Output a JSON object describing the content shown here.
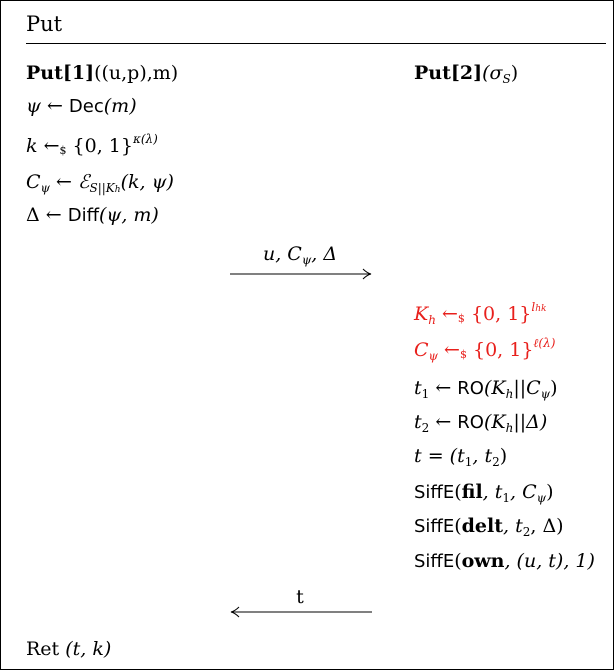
{
  "protocol": {
    "title": "Put",
    "party1_label": "Put[1]",
    "party1_args": "((u,p),m)",
    "party2_label": "Put[2]",
    "party2_args": "(σ",
    "party2_sub": "S",
    "party2_close": ")"
  },
  "party1_steps": [
    {
      "lhs": "ψ",
      "op": "←",
      "fn": "Dec",
      "args": "(m)"
    },
    {
      "lhs": "k",
      "op": "←",
      "rand": "$",
      "set": "{0, 1}",
      "exp": "κ(λ)"
    },
    {
      "lhs": "C",
      "lhs_sub": "ψ",
      "op": "←",
      "fn": "ℰ",
      "fn_sub": "S||K",
      "fn_subsub": "h",
      "args": "(k, ψ)"
    },
    {
      "lhs": "Δ",
      "op": "←",
      "fn": "Diff",
      "args": "(ψ, m)"
    }
  ],
  "message1": {
    "text_a": "u, C",
    "text_sub": "ψ",
    "text_b": ", Δ",
    "direction": "right"
  },
  "party2_steps": [
    {
      "lhs": "K",
      "lhs_sub": "h",
      "op": "←",
      "rand": "$",
      "set": "{0, 1}",
      "exp": "l",
      "exp_sub": "hk",
      "color": "#e8201c"
    },
    {
      "lhs": "C",
      "lhs_sub": "ψ",
      "op": "←",
      "rand": "$",
      "set": "{0, 1}",
      "exp": "ℓ(λ)",
      "color": "#e8201c"
    },
    {
      "lhs": "t",
      "lhs_sub": "1",
      "op": "←",
      "fn": "RO",
      "args_a": "(K",
      "args_sub": "h",
      "args_b": "||C",
      "args_sub2": "ψ",
      "args_c": ")"
    },
    {
      "lhs": "t",
      "lhs_sub": "2",
      "op": "←",
      "fn": "RO",
      "args_a": "(K",
      "args_sub": "h",
      "args_b": "||Δ)"
    },
    {
      "lhs": "t",
      "op": "=",
      "args_a": "(t",
      "args_sub": "1",
      "args_b": ", t",
      "args_sub2": "2",
      "args_c": ")"
    },
    {
      "fn": "SiffE",
      "kw": "fil",
      "args_a": "(",
      "args_b": ", t",
      "args_sub": "1",
      "args_c": ", C",
      "args_sub2": "ψ",
      "args_d": ")"
    },
    {
      "fn": "SiffE",
      "kw": "delt",
      "args_a": "(",
      "args_b": ", t",
      "args_sub": "2",
      "args_c": ", Δ)"
    },
    {
      "fn": "SiffE",
      "kw": "own",
      "args_a": "(",
      "args_b": ", (u, t), 1)"
    }
  ],
  "message2": {
    "text": "t",
    "direction": "left"
  },
  "result": {
    "label": "Ret",
    "value": "(t, k)"
  }
}
